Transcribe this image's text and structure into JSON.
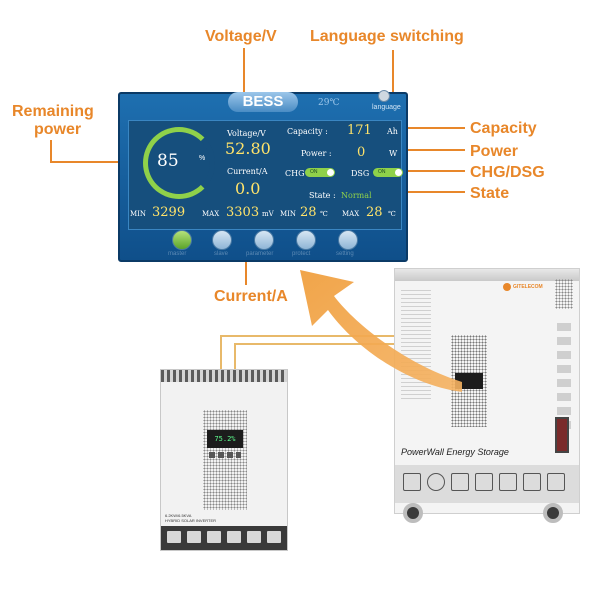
{
  "callouts": {
    "voltage": "Voltage/V",
    "language": "Language switching",
    "remaining_line1": "Remaining",
    "remaining_line2": "power",
    "capacity": "Capacity",
    "power": "Power",
    "chg_dsg": "CHG/DSG",
    "state": "State",
    "current": "Current/A"
  },
  "screen": {
    "title": "BESS",
    "temperature": "29℃",
    "language_btn": "language",
    "soc_value": "85",
    "soc_unit": "%",
    "voltage_label": "Voltage/V",
    "voltage_value": "52.80",
    "current_label": "Current/A",
    "current_value": "0.0",
    "capacity_label": "Capacity :",
    "capacity_value": "171",
    "capacity_unit": "Ah",
    "power_label": "Power :",
    "power_value": "0",
    "power_unit": "W",
    "chg_label": "CHG",
    "chg_toggle": "ON",
    "dsg_label": "DSG",
    "dsg_toggle": "ON",
    "state_label": "State :",
    "state_value": "Normal",
    "min_v_label": "MIN",
    "min_v_value": "3299",
    "max_v_label": "MAX",
    "max_v_value": "3303",
    "v_unit": "mV",
    "min_t_label": "MIN",
    "min_t_value": "28",
    "max_t_label": "MAX",
    "max_t_value": "28",
    "t_unit": "℃",
    "nav": [
      "master",
      "slave",
      "parameter",
      "protect",
      "setting"
    ]
  },
  "inverter": {
    "lcd_text": "75.2%",
    "model_line1": "6.2KW/6.5KVA",
    "model_line2": "HYBRID SOLAR INVERTER"
  },
  "bess_unit": {
    "brand": "GITELECOM",
    "name": "PowerWall Energy Storage"
  },
  "colors": {
    "accent": "#e8872a",
    "screen_bg": "#1e6fb0",
    "value_yellow": "#ffe36a",
    "state_green": "#8fd14a"
  }
}
